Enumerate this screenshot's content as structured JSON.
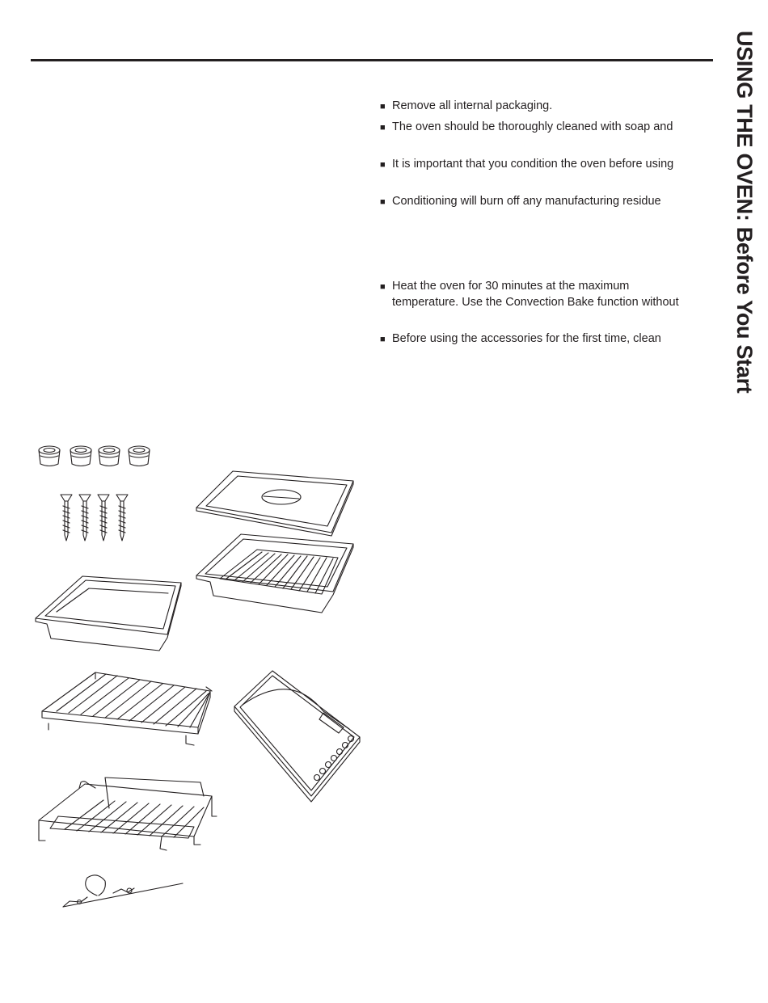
{
  "page": {
    "side_title": "USING THE OVEN: Before You Start"
  },
  "bullets": [
    {
      "text": "Remove all internal packaging."
    },
    {
      "text": "The oven should be thoroughly cleaned with soap and"
    },
    {
      "text": "It is important that you condition the oven before using"
    },
    {
      "text": "Conditioning will burn off any manufacturing residue"
    },
    {
      "text": "Heat the oven for 30 minutes at the maximum",
      "text2": "temperature. Use the Convection Bake function without"
    },
    {
      "text": "Before using the accessories for the first time, clean"
    }
  ],
  "icons": {
    "bullet_marker": "square-bullet-icon"
  }
}
